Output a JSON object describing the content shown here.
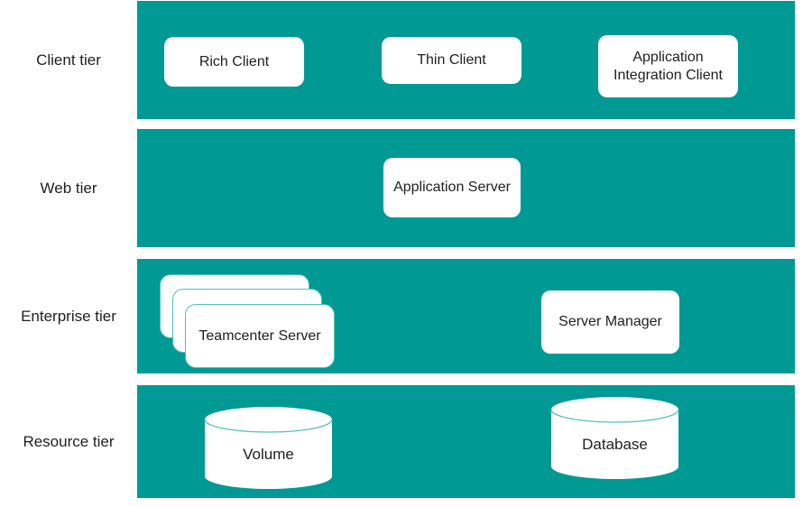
{
  "diagram": {
    "type": "tiered-architecture",
    "colors": {
      "band": "#009994",
      "node_fill": "#ffffff",
      "text": "#1f1f1f",
      "stack_outline": "#54bfba",
      "cylinder_top_stroke": "#54bfba",
      "background": "#ffffff"
    },
    "tiers": [
      {
        "label": "Client tier",
        "nodes": [
          {
            "label": "Rich Client",
            "shape": "rounded-rect"
          },
          {
            "label": "Thin Client",
            "shape": "rounded-rect"
          },
          {
            "label": "Application Integration Client",
            "shape": "rounded-rect"
          }
        ]
      },
      {
        "label": "Web tier",
        "nodes": [
          {
            "label": "Application Server",
            "shape": "rounded-rect"
          }
        ]
      },
      {
        "label": "Enterprise tier",
        "nodes": [
          {
            "label": "Teamcenter Server",
            "shape": "stacked-rounded-rect",
            "stack_count": 3
          },
          {
            "label": "Server Manager",
            "shape": "rounded-rect"
          }
        ]
      },
      {
        "label": "Resource tier",
        "nodes": [
          {
            "label": "Volume",
            "shape": "cylinder"
          },
          {
            "label": "Database",
            "shape": "cylinder"
          }
        ]
      }
    ]
  }
}
